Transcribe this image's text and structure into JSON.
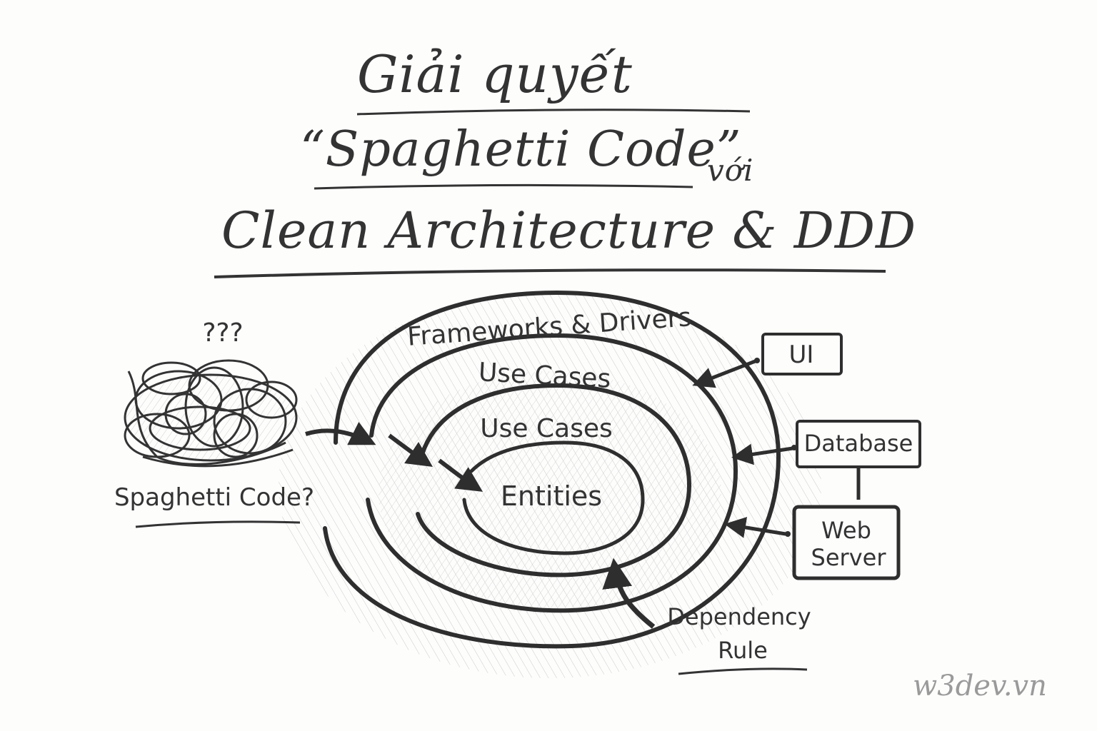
{
  "title": {
    "line1": "Giải quyết",
    "line2": "“Spaghetti Code”",
    "line2_suffix": "với",
    "line3": "Clean Architecture & DDD"
  },
  "spaghetti": {
    "question_marks": "???",
    "label": "Spaghetti Code?"
  },
  "rings": {
    "outer": "Frameworks & Drivers",
    "middle": "Use Cases",
    "inner": "Use Cases",
    "core": "Entities"
  },
  "external_boxes": [
    {
      "label": "UI"
    },
    {
      "label": "Database"
    },
    {
      "label_line1": "Web",
      "label_line2": "Server"
    }
  ],
  "dependency_rule": {
    "line1": "Dependency",
    "line2": "Rule"
  },
  "watermark": "w3dev.vn",
  "colors": {
    "ink": "#2e2e2e",
    "paper": "#fdfdfc",
    "hatch": "#b8b8b8",
    "watermark": "#9a9a9a"
  }
}
